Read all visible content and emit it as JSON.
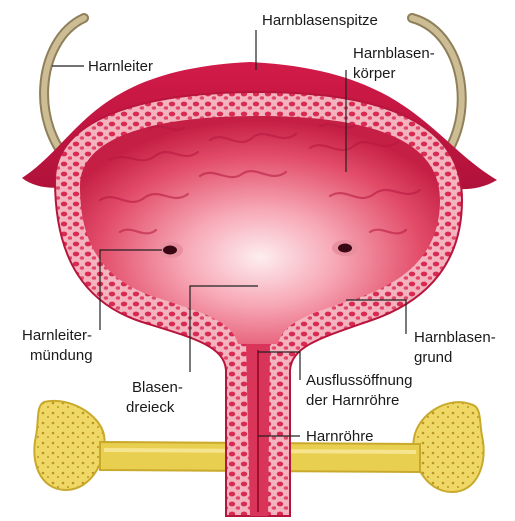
{
  "labels": {
    "harnblasenspitze": "Harnblasenspitze",
    "harnleiter": "Harnleiter",
    "harnblasenkoerper_1": "Harnblasen-",
    "harnblasenkoerper_2": "körper",
    "harnleitermuendung_1": "Harnleiter-",
    "harnleitermuendung_2": "mündung",
    "harnblasengrund_1": "Harnblasen-",
    "harnblasengrund_2": "grund",
    "blasendreieck_1": "Blasen-",
    "blasendreieck_2": "dreieck",
    "ausflussoeffnung_1": "Ausflussöffnung",
    "ausflussoeffnung_2": "der Harnröhre",
    "harnroehre": "Harnröhre"
  },
  "colors": {
    "wall_outer": "#d81e4a",
    "wall_inner": "#f4a7b5",
    "cavity": "#e8546e",
    "trigone": "#fde8ea",
    "ureter": "#bfae86",
    "bone": "#e9cf4f",
    "bone_dark": "#c9a92c",
    "leader": "#222222"
  }
}
